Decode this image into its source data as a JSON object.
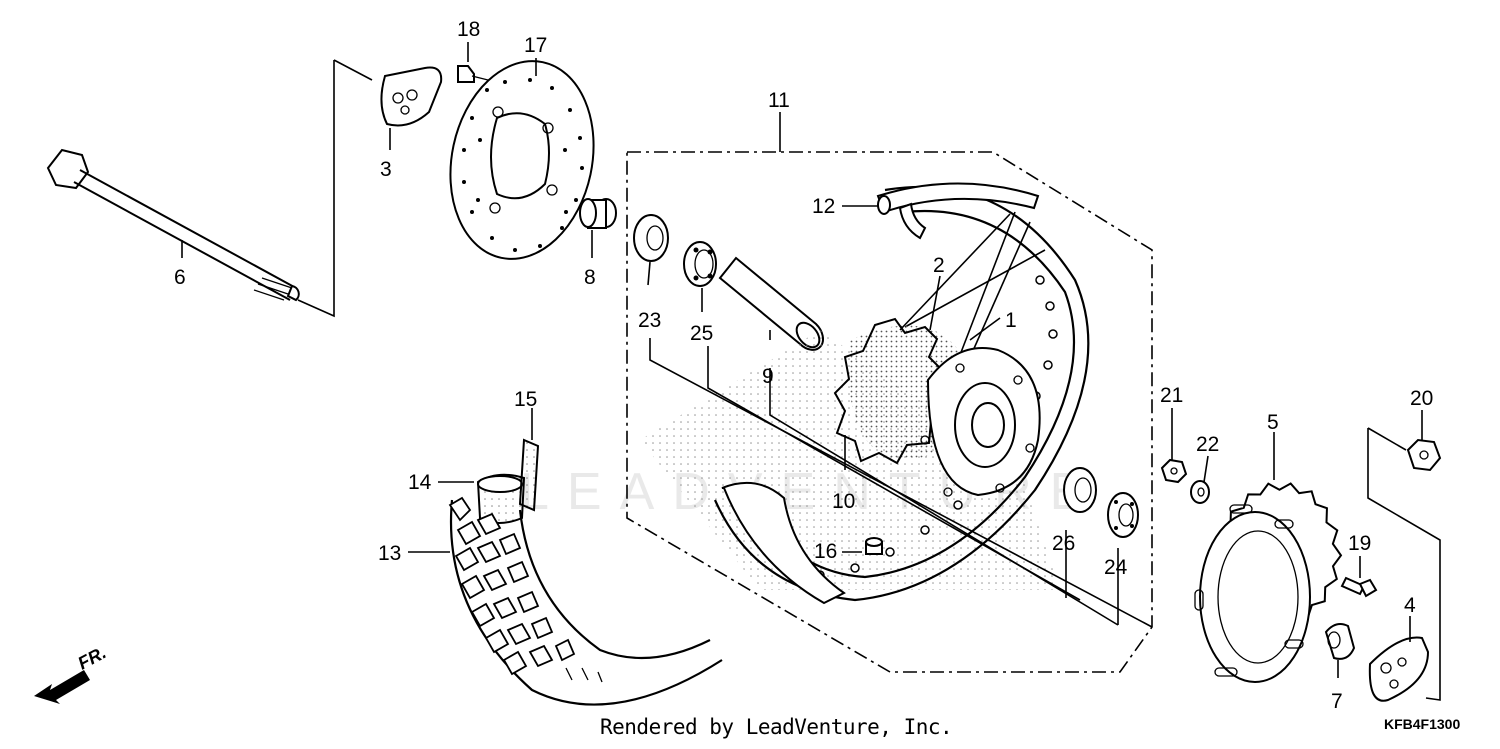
{
  "diagram": {
    "callouts": {
      "p1": "1",
      "p2": "2",
      "p3": "3",
      "p4": "4",
      "p5": "5",
      "p6": "6",
      "p7": "7",
      "p8": "8",
      "p9": "9",
      "p10": "10",
      "p11": "11",
      "p12": "12",
      "p13": "13",
      "p14": "14",
      "p15": "15",
      "p16": "16",
      "p17": "17",
      "p18": "18",
      "p19": "19",
      "p20": "20",
      "p21": "21",
      "p22": "22",
      "p23": "23",
      "p24": "24",
      "p25": "25",
      "p26": "26"
    },
    "front_indicator": "FR.",
    "watermark": "LEADVENTURE",
    "footer_credit": "Rendered by LeadVenture, Inc.",
    "diagram_code": "KFB4F1300"
  }
}
